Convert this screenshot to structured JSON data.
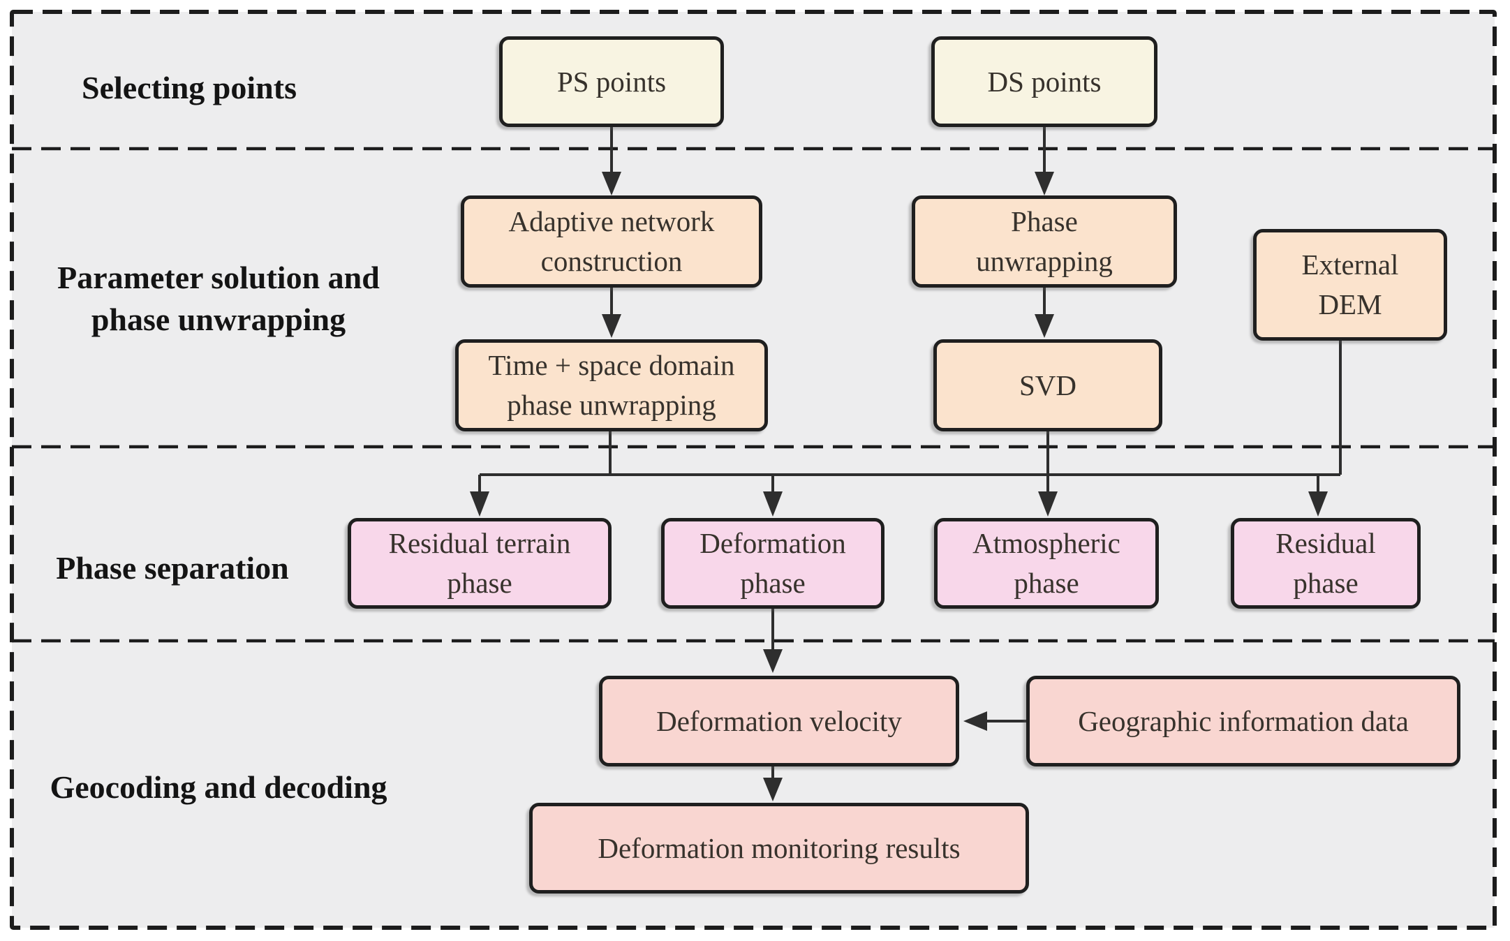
{
  "figure": {
    "type": "flowchart",
    "description": "InSAR time-series processing workflow with four stages separated by dashed bands"
  },
  "colors": {
    "canvas_bg": "#ffffff",
    "panel_bg": "#ededee",
    "border": "#1c1c1c",
    "connector": "#2e2e2e",
    "node_border": "#1f1f1f",
    "row1_fill": "#f8f4e2",
    "row2_fill": "#fbe3cd",
    "row3_fill": "#f8d7ea",
    "row4_fill": "#f9d6d1",
    "text": "#37322c",
    "label_text": "#141414"
  },
  "rows": [
    {
      "label": "Selecting points"
    },
    {
      "label": "Parameter solution and phase unwrapping",
      "line1": "Parameter solution and",
      "line2": "phase unwrapping"
    },
    {
      "label": "Phase separation"
    },
    {
      "label": "Geocoding and decoding"
    }
  ],
  "nodes": {
    "ps_points": {
      "line1": "PS points"
    },
    "ds_points": {
      "line1": "DS points"
    },
    "adaptive_network": {
      "line1": "Adaptive network",
      "line2": "construction"
    },
    "phase_unwrapping": {
      "line1": "Phase",
      "line2": "unwrapping"
    },
    "external_dem": {
      "line1": "External",
      "line2": "DEM"
    },
    "time_space": {
      "line1": "Time + space domain",
      "line2": "phase unwrapping"
    },
    "svd": {
      "line1": "SVD"
    },
    "residual_terrain": {
      "line1": "Residual terrain",
      "line2": "phase"
    },
    "deformation_phase": {
      "line1": "Deformation",
      "line2": "phase"
    },
    "atmospheric_phase": {
      "line1": "Atmospheric",
      "line2": "phase"
    },
    "residual_phase": {
      "line1": "Residual",
      "line2": "phase"
    },
    "deformation_velocity": {
      "line1": "Deformation velocity"
    },
    "geographic_info": {
      "line1": "Geographic information data"
    },
    "monitoring_results": {
      "line1": "Deformation monitoring results"
    }
  },
  "edges": [
    [
      "ps_points",
      "adaptive_network"
    ],
    [
      "ds_points",
      "phase_unwrapping"
    ],
    [
      "adaptive_network",
      "time_space"
    ],
    [
      "phase_unwrapping",
      "svd"
    ],
    [
      "time_space",
      "separation_bus"
    ],
    [
      "svd",
      "separation_bus"
    ],
    [
      "external_dem",
      "separation_bus"
    ],
    [
      "separation_bus",
      "residual_terrain"
    ],
    [
      "separation_bus",
      "deformation_phase"
    ],
    [
      "separation_bus",
      "atmospheric_phase"
    ],
    [
      "separation_bus",
      "residual_phase"
    ],
    [
      "deformation_phase",
      "deformation_velocity"
    ],
    [
      "geographic_info",
      "deformation_velocity"
    ],
    [
      "deformation_velocity",
      "monitoring_results"
    ]
  ]
}
